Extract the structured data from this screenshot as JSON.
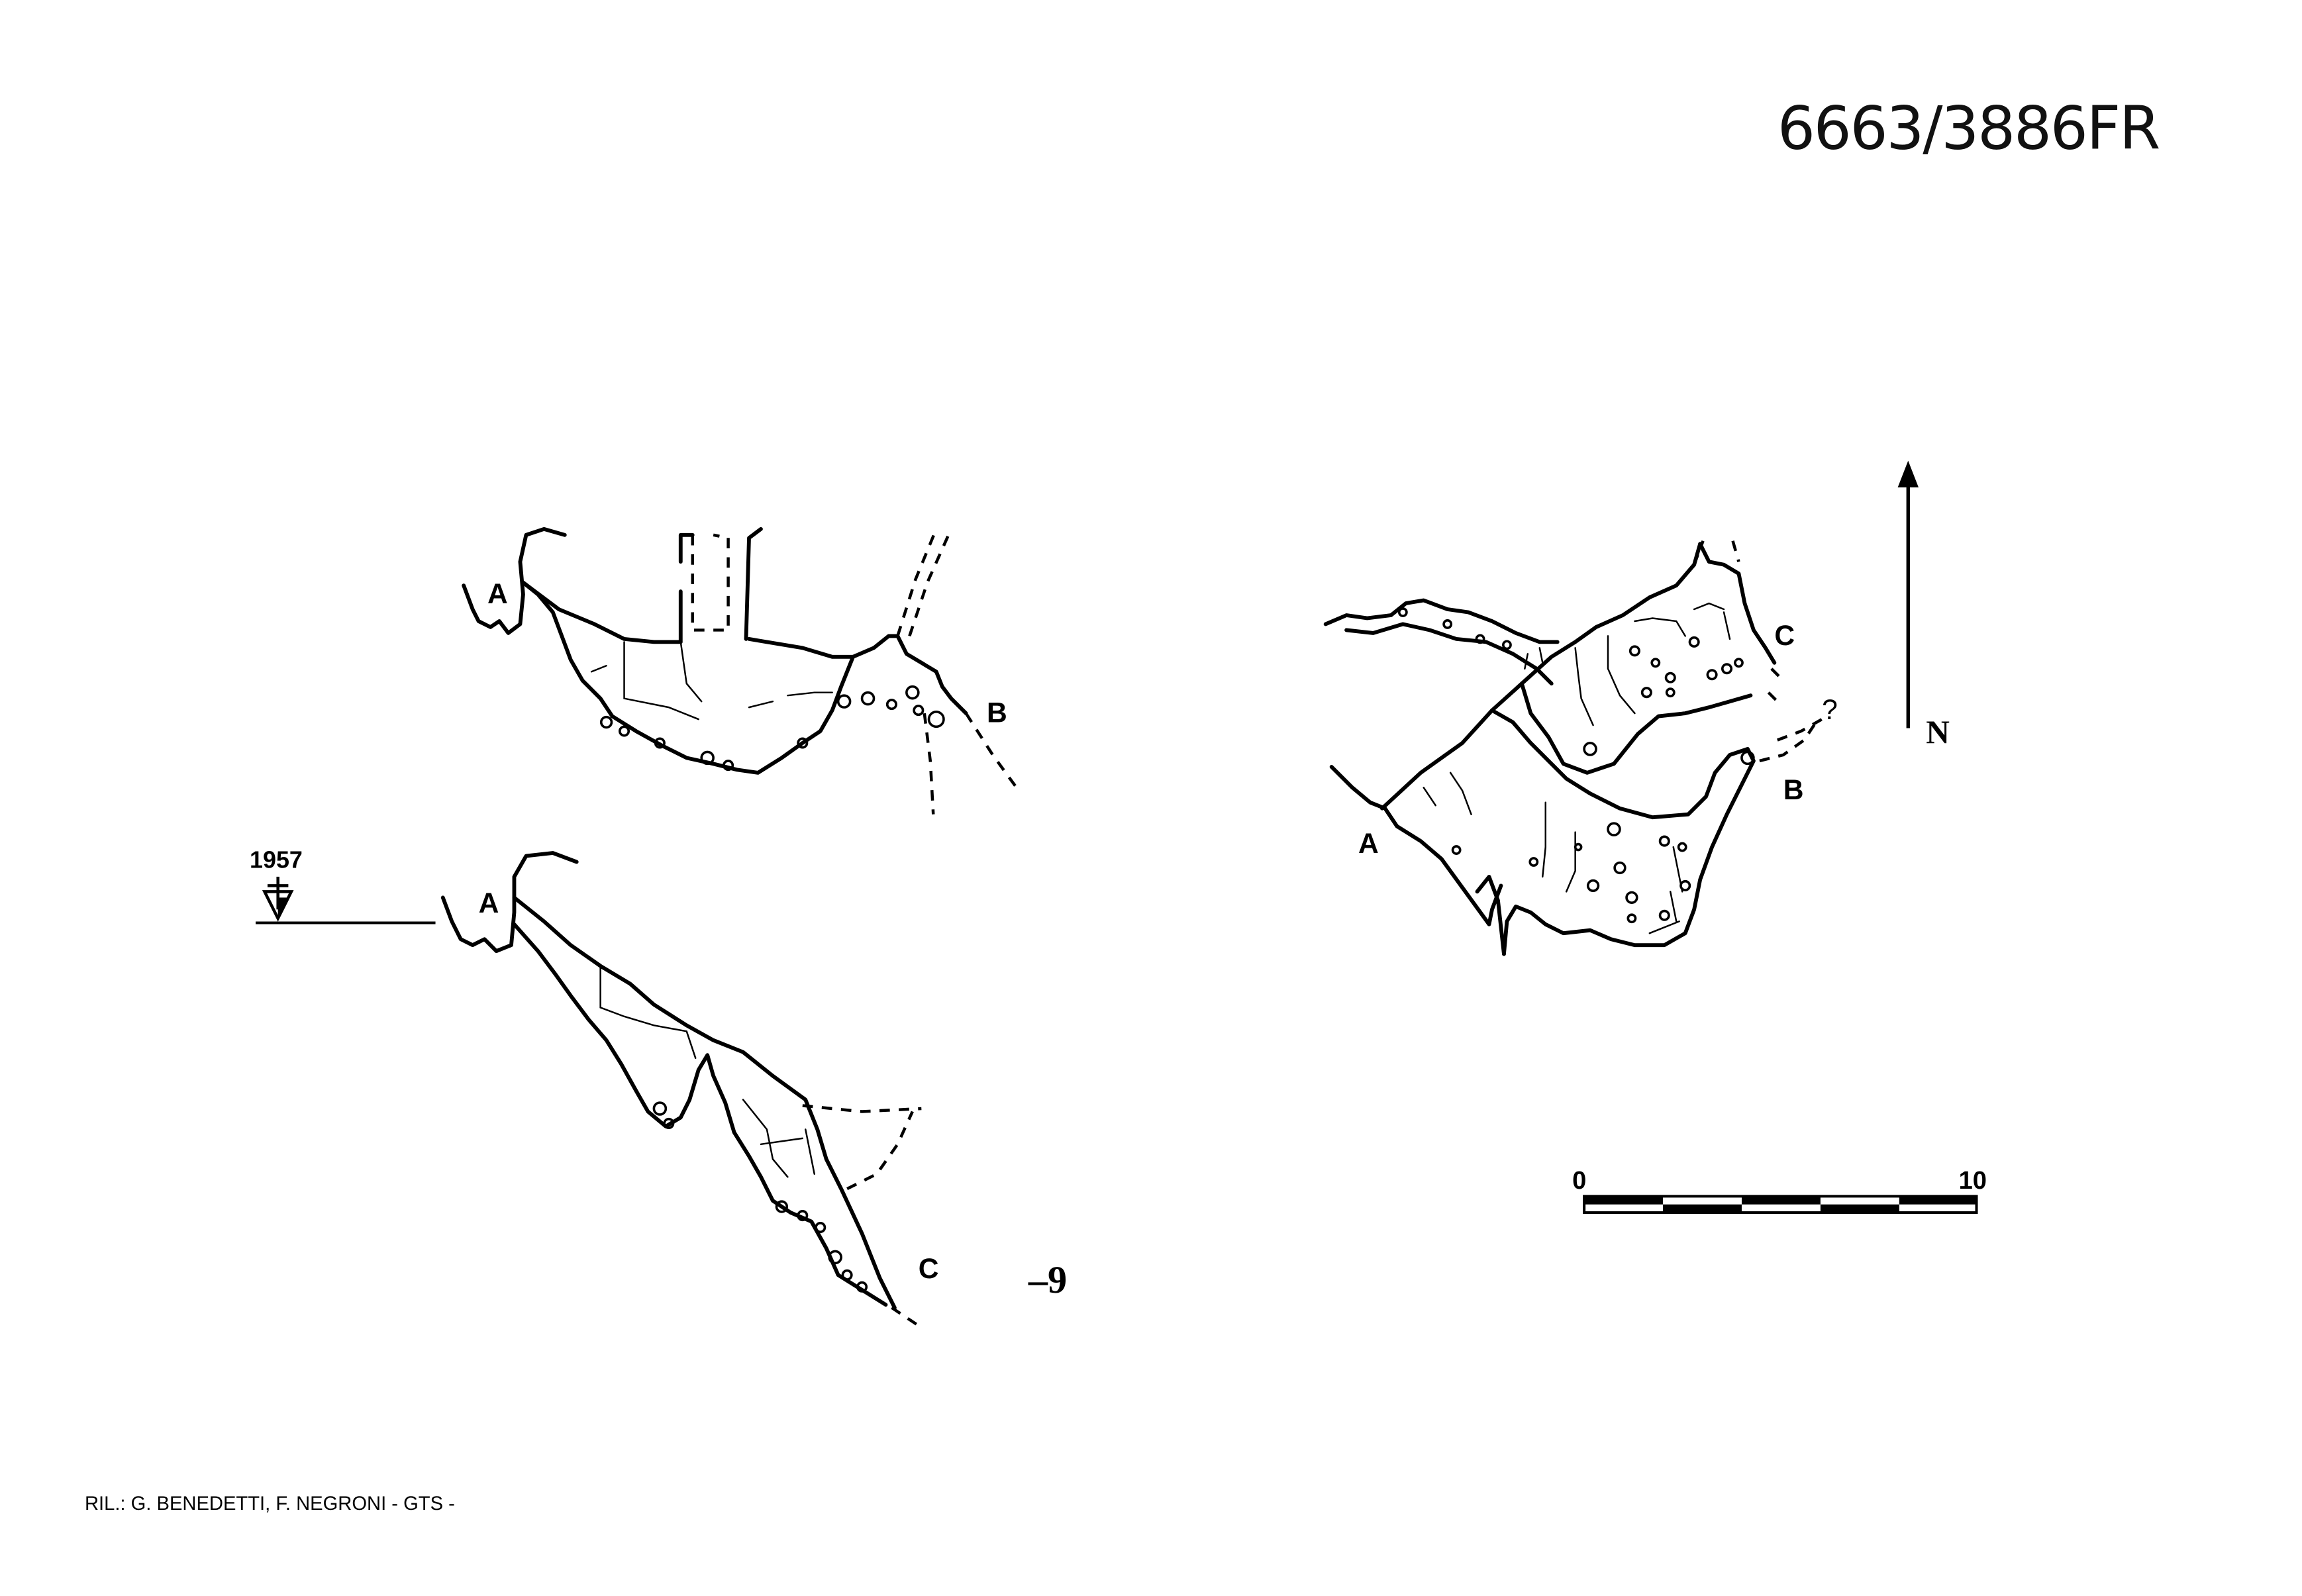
{
  "sheet": {
    "code": "6663/3886FR",
    "credits": "RIL.: G. BENEDETTI, F. NEGRONI - GTS -"
  },
  "section_view": {
    "labels": {
      "a": "A",
      "b": "B"
    }
  },
  "profile_view": {
    "year": "1957",
    "depth": "–9",
    "labels": {
      "a": "A",
      "c": "C"
    }
  },
  "plan_view": {
    "labels": {
      "a": "A",
      "b": "B",
      "c": "C",
      "unknown": "?"
    },
    "north": "N"
  },
  "scale_bar": {
    "start": "0",
    "end": "10"
  }
}
